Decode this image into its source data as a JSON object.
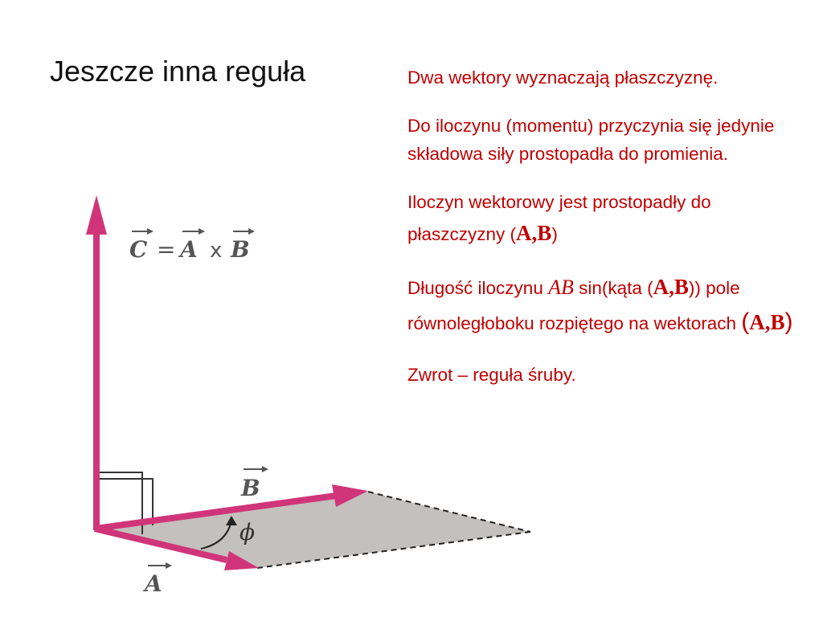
{
  "slide": {
    "title": "Jeszcze inna reguła"
  },
  "text": {
    "p1": "Dwa wektory wyznaczają płaszczyznę.",
    "p2": "Do iloczynu (momentu) przyczynia się jedynie składowa siły prostopadła do promienia.",
    "p3_text": "Iloczyn wektorowy jest prostopadły do płaszczyzny (",
    "p3_symbol": "A,B",
    "p3_end": ")",
    "p4_text_a": "Długość iloczynu ",
    "p4_symbol_ab": "AB",
    "p4_text_b": " sin(kąta (",
    "p4_symbol": "A,B",
    "p4_text_c": ")) pole równoległoboku rozpiętego na wektorach ",
    "p4_paren_open": "(",
    "p4_symbol2": "A,B",
    "p4_paren_close": ")",
    "p5": "Zwrot – reguła śruby."
  },
  "diagram": {
    "formula_c": "C",
    "formula_eq": "=",
    "formula_a": "A",
    "formula_x": "x",
    "formula_b": "B",
    "label_b": "B",
    "label_a": "A",
    "label_phi": "ϕ",
    "colors": {
      "vector": "#d0357a",
      "plane": "#c4c0bd",
      "label": "#555555",
      "text": "#c00000"
    }
  }
}
